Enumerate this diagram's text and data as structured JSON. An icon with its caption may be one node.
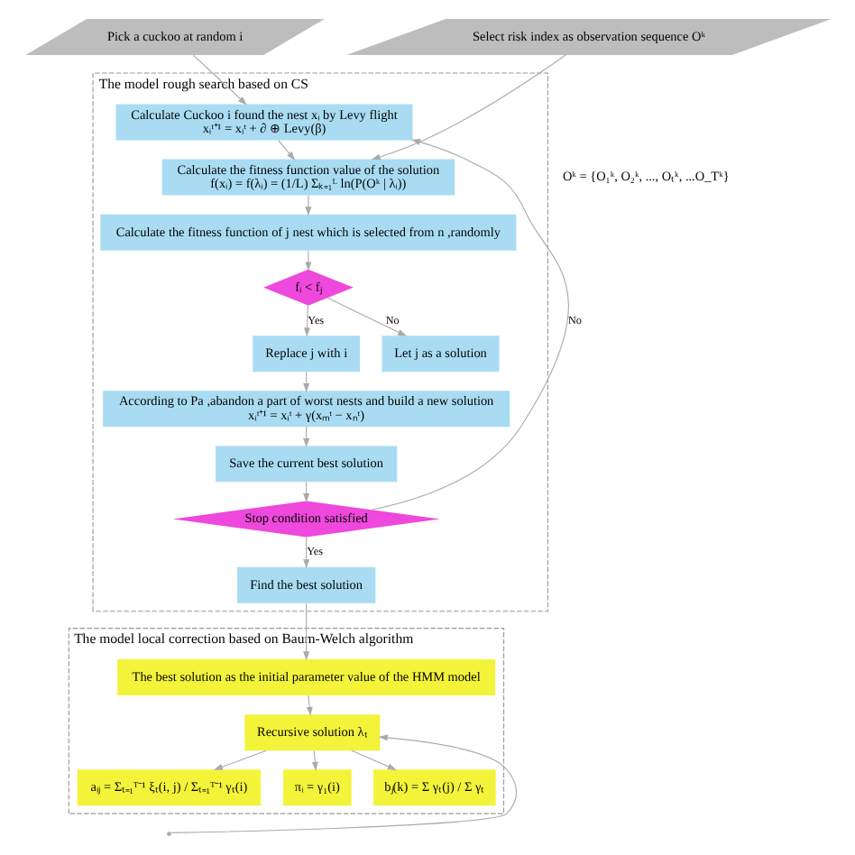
{
  "diagram": {
    "nodes": [
      {
        "text": [
          "Pick a cuckoo at random i"
        ]
      },
      {
        "text": [
          "Select risk index as observation sequence Oᵏ"
        ]
      },
      {
        "text": [
          "The model rough search based on CS"
        ]
      },
      {
        "text": [
          "Calculate Cuckoo i found the nest xᵢ by Levy flight",
          "xᵢᵗ⁺¹ = xᵢᵗ + ∂ ⊕ Levy(β)"
        ],
        "in": 2
      },
      {
        "text": [
          "Calculate the fitness function value of the solution",
          "f(xᵢ) = f(λᵢ) = (1/L) Σₖ₌₁ᴸ ln(P(Oᵏ | λᵢ))"
        ],
        "in": 2
      },
      {
        "text": [
          "Calculate the fitness function of j nest which is selected from n ,randomly"
        ],
        "in": 2
      },
      {
        "text": [
          "fᵢ < fⱼ"
        ],
        "in": 2
      },
      {
        "text": [
          "Replace j with i"
        ],
        "in": 2
      },
      {
        "text": [
          "Let j as a solution"
        ],
        "in": 2
      },
      {
        "text": [
          "According to Pa ,abandon a part of worst nests and build a new solution",
          "xᵢᵗ⁺¹ = xᵢᵗ + γ(xₘᵗ − xₙᵗ)"
        ],
        "in": 2
      },
      {
        "text": [
          "Save the current best solution"
        ],
        "in": 2
      },
      {
        "text": [
          "Stop condition satisfied"
        ],
        "in": 2
      },
      {
        "text": [
          "Find the best solution"
        ],
        "in": 2
      },
      {
        "text": [
          "The model local correction based on Baum-Welch algorithm"
        ]
      },
      {
        "text": [
          "The best solution as the initial parameter value of the HMM model"
        ],
        "in": 13
      },
      {
        "text": [
          "Recursive solution λₜ"
        ],
        "in": 13
      },
      {
        "text": [
          "aᵢⱼ = Σₜ₌₁ᵀ⁻¹ ξₜ(i, j) / Σₜ₌₁ᵀ⁻¹ γₜ(i)"
        ],
        "in": 13
      },
      {
        "text": [
          "πᵢ = γ₁(i)"
        ],
        "in": 13
      },
      {
        "text": [
          "bⱼ(k) = Σ γₜ(j) / Σ γₜ"
        ],
        "in": 13
      }
    ],
    "edges": [
      {
        "from": 0,
        "to": 3,
        "arrow": "to"
      },
      {
        "from": 1,
        "to": 4,
        "arrow": "to"
      },
      {
        "from": 3,
        "to": 4,
        "arrow": "to"
      },
      {
        "from": 4,
        "to": 5,
        "arrow": "to"
      },
      {
        "from": 5,
        "to": 6,
        "arrow": "to"
      },
      {
        "from": 6,
        "to": 7,
        "arrow": "to",
        "label": "Yes"
      },
      {
        "from": 6,
        "to": 8,
        "arrow": "to",
        "label": "No"
      },
      {
        "from": 7,
        "to": 9,
        "arrow": "to"
      },
      {
        "from": 9,
        "to": 10,
        "arrow": "to"
      },
      {
        "from": 10,
        "to": 11,
        "arrow": "to"
      },
      {
        "from": 11,
        "to": 3,
        "arrow": "to",
        "label": "No"
      },
      {
        "from": 11,
        "to": 12,
        "arrow": "to",
        "label": "Yes"
      },
      {
        "from": 12,
        "to": 14,
        "arrow": "to"
      },
      {
        "from": 14,
        "to": 15,
        "arrow": "to"
      },
      {
        "from": 15,
        "to": 16,
        "arrow": "to"
      },
      {
        "from": 15,
        "to": 17,
        "arrow": "to"
      },
      {
        "from": 15,
        "to": 18,
        "arrow": "to"
      },
      {
        "from": null,
        "to": 15,
        "arrow": "to"
      }
    ],
    "labels": [
      "Oᵏ = {O₁ᵏ, O₂ᵏ, ..., Oₜᵏ, ...O_Tᵏ}"
    ]
  }
}
